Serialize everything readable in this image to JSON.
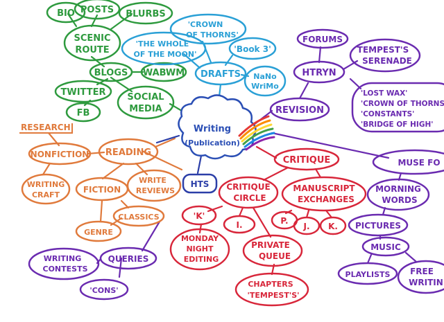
{
  "center": {
    "line1": "Writing",
    "line2": "(Publication)"
  },
  "colors": {
    "green": "#2e9a3e",
    "blue": "#2aa0d6",
    "purple": "#6a2bb0",
    "orange": "#e07a3c",
    "red": "#d8263a",
    "navy": "#2c3fa8",
    "center_outline": "#2b4fb5"
  },
  "nodes": {
    "bio": "BIO",
    "posts": "POSTS",
    "blurbs": "BLURBS",
    "scenic_route_1": "SCENIC",
    "scenic_route_2": "ROUTE",
    "blogs": "BLOGS",
    "wabwm": "WABWM",
    "twitter": "TWITTER",
    "social_media_1": "SOCIAL",
    "social_media_2": "MEDIA",
    "fb": "FB",
    "crown_of_thorns_1": "'CROWN",
    "crown_of_thorns_2": "OF THORNS'",
    "whole_moon_1": "'THE WHOLE",
    "whole_moon_2": "OF THE MOON'",
    "book3": "'Book 3'",
    "drafts": "DRAFTS",
    "nanowrimo_1": "NaNo",
    "nanowrimo_2": "WriMo",
    "forums": "FORUMS",
    "htryn": "HTRYN",
    "tempests_serenade_1": "TEMPEST'S",
    "tempests_serenade_2": "SERENADE",
    "revision": "REVISION",
    "revision_list": [
      "'LOST WAX'",
      "'CROWN OF THORNS'",
      "'CONSTANTS'",
      "'BRIDGE OF HIGH'"
    ],
    "research": "RESEARCH",
    "nonfiction": "NONFICTION",
    "reading": "READING",
    "writing_craft_1": "WRITING",
    "writing_craft_2": "CRAFT",
    "fiction": "FICTION",
    "write_reviews_1": "WRITE",
    "write_reviews_2": "REVIEWS",
    "classics": "CLASSICS",
    "genre": "GENRE",
    "hts": "HTS",
    "critique": "CRITIQUE",
    "critique_circle_1": "CRITIQUE",
    "critique_circle_2": "CIRCLE",
    "manuscript_exchanges_1": "MANUSCRIPT",
    "manuscript_exchanges_2": "EXCHANGES",
    "k_node": "'K'",
    "i_node": "I.",
    "p_node": "P.",
    "j_node": "J.",
    "k2_node": "K.",
    "monday_night_editing_1": "MONDAY",
    "monday_night_editing_2": "NIGHT",
    "monday_night_editing_3": "EDITING",
    "private_queue_1": "PRIVATE",
    "private_queue_2": "QUEUE",
    "chapters_tempests_1": "CHAPTERS",
    "chapters_tempests_2": "'TEMPEST'S'",
    "muse_fodder": "MUSE FO",
    "morning_words_1": "MORNING",
    "morning_words_2": "WORDS",
    "pictures": "PICTURES",
    "music": "MUSIC",
    "playlists": "PLAYLISTS",
    "free_writing_1": "FREE",
    "free_writing_2": "WRITIN",
    "writing_contests_1": "WRITING",
    "writing_contests_2": "CONTESTS",
    "queries": "QUERIES",
    "cons": "'CONS'"
  }
}
